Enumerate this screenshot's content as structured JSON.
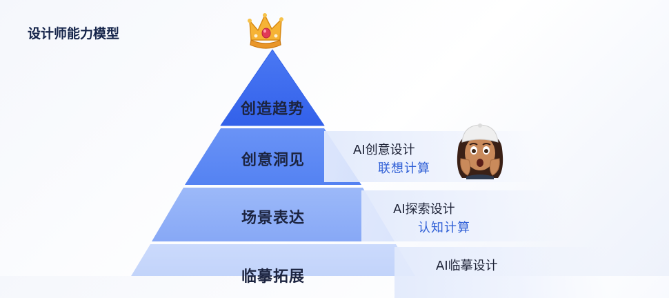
{
  "title": "设计师能力模型",
  "tiers": [
    {
      "label": "创造趋势"
    },
    {
      "label": "创意洞见",
      "ai": "AI创意设计",
      "sub": "联想计算"
    },
    {
      "label": "场景表达",
      "ai": "AI探索设计",
      "sub": "认知计算"
    },
    {
      "label": "临摹拓展",
      "ai": "AI临摹设计"
    }
  ],
  "icons": {
    "top": "crown-icon",
    "character": "surprised-person-icon"
  },
  "colors": {
    "tier1": "#3d6cf0",
    "tier2": "#5f8af4",
    "tier3": "#8fb0f7",
    "tier4": "#c3d4fb",
    "accent_text": "#2f5fd6",
    "title": "#15244a"
  }
}
